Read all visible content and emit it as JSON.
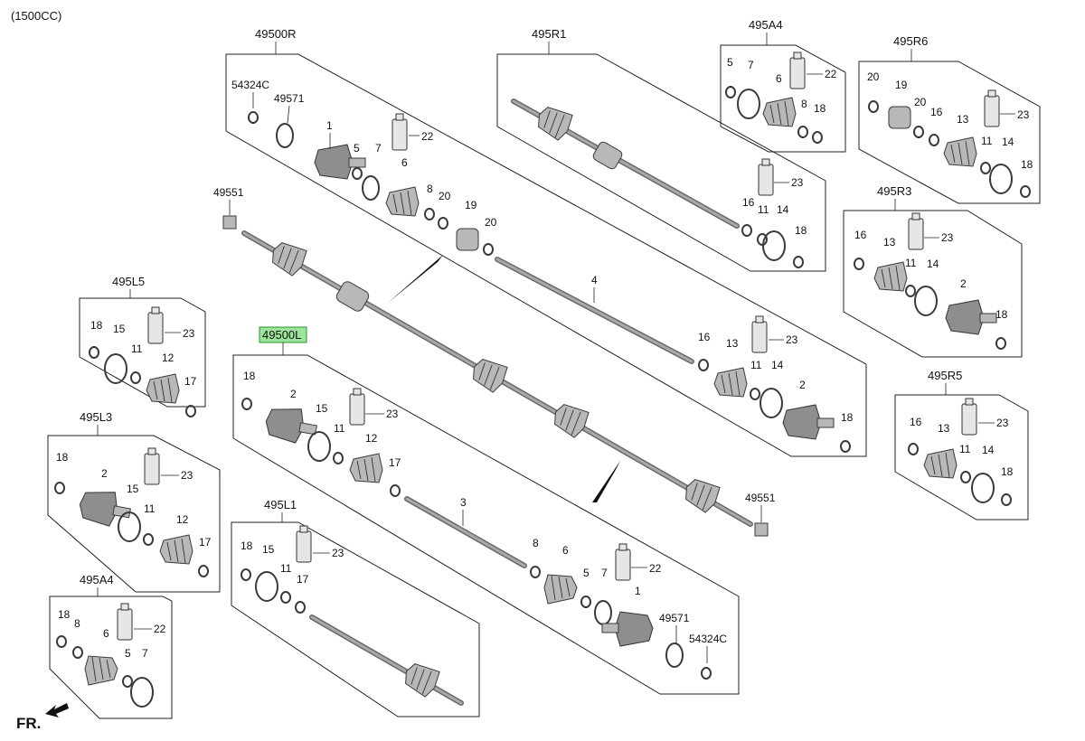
{
  "engine_note": "(1500CC)",
  "direction_label": "FR.",
  "highlight_color": "#9be59b",
  "groups": {
    "g49500R": "49500R",
    "g495R1": "495R1",
    "g495A4_top": "495A4",
    "g495R6": "495R6",
    "g495R3": "495R3",
    "g495R5": "495R5",
    "g495L5": "495L5",
    "g49500L": "49500L",
    "g495L3": "495L3",
    "g495L1": "495L1",
    "g495A4_bottom": "495A4"
  },
  "parts": {
    "p54324C": "54324C",
    "p49571": "49571",
    "p49551": "49551",
    "p1": "1",
    "p2": "2",
    "p3": "3",
    "p4": "4",
    "p5": "5",
    "p6": "6",
    "p7": "7",
    "p8": "8",
    "p11": "11",
    "p12": "12",
    "p13": "13",
    "p14": "14",
    "p15": "15",
    "p16": "16",
    "p17": "17",
    "p18": "18",
    "p19": "19",
    "p20": "20",
    "p22": "22",
    "p23": "23"
  },
  "icons": {
    "direction_arrow": "arrow-icon",
    "tube": "grease-tube-icon",
    "ring": "snap-ring-icon"
  }
}
